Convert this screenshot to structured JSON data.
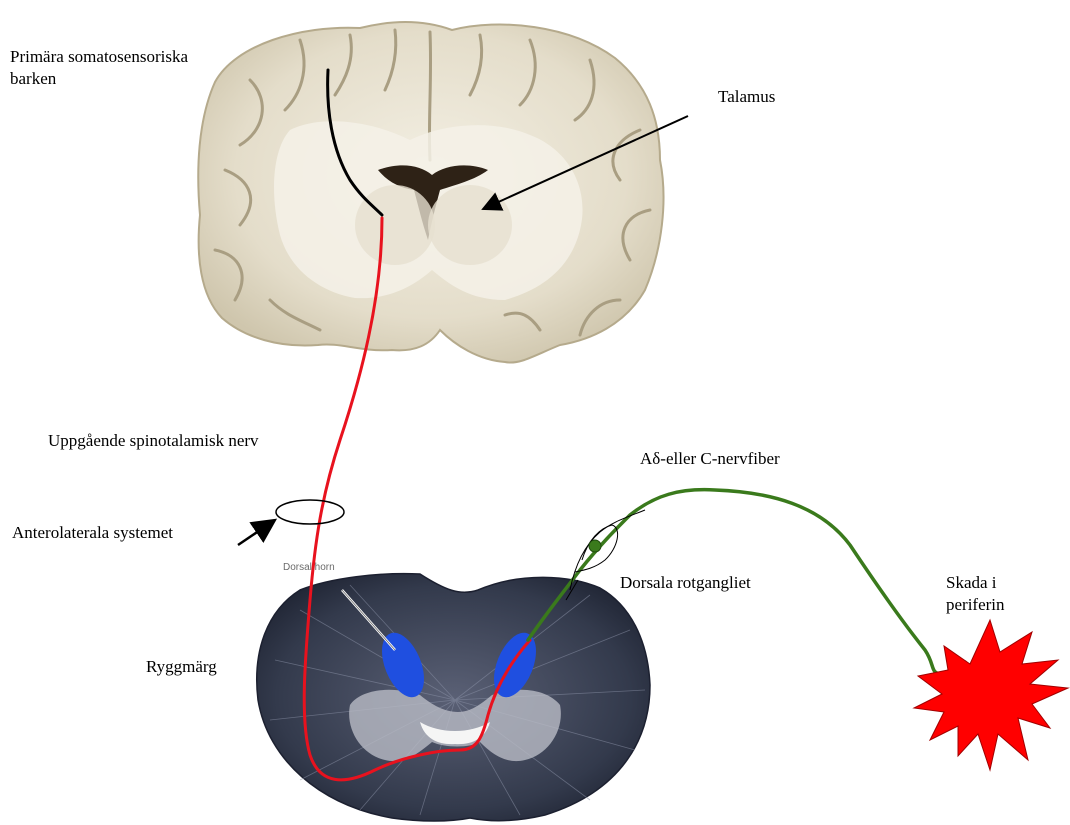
{
  "labels": {
    "cortex_line1": "Primära somatosensoriska",
    "cortex_line2": "barken",
    "thalamus": "Talamus",
    "spinothalamic": "Uppgående spinotalamisk nerv",
    "anterolateral": "Anterolaterala systemet",
    "fiber": "Aδ-eller C-nervfiber",
    "ganglion": "Dorsala rotgangliet",
    "injury_line1": "Skada i",
    "injury_line2": "periferin",
    "spinal_cord": "Ryggmärg",
    "dorsal_horn": "Dorsal horn"
  },
  "colors": {
    "ascending_nerve": "#e8121e",
    "first_order_fiber": "#3a7a1c",
    "cortical_neuron": "#000000",
    "injury": "#ff0000",
    "dorsal_horn": "#1f4fe0",
    "brain_tissue": "#e7e2d2",
    "spinal_tissue": "#3b4152"
  }
}
